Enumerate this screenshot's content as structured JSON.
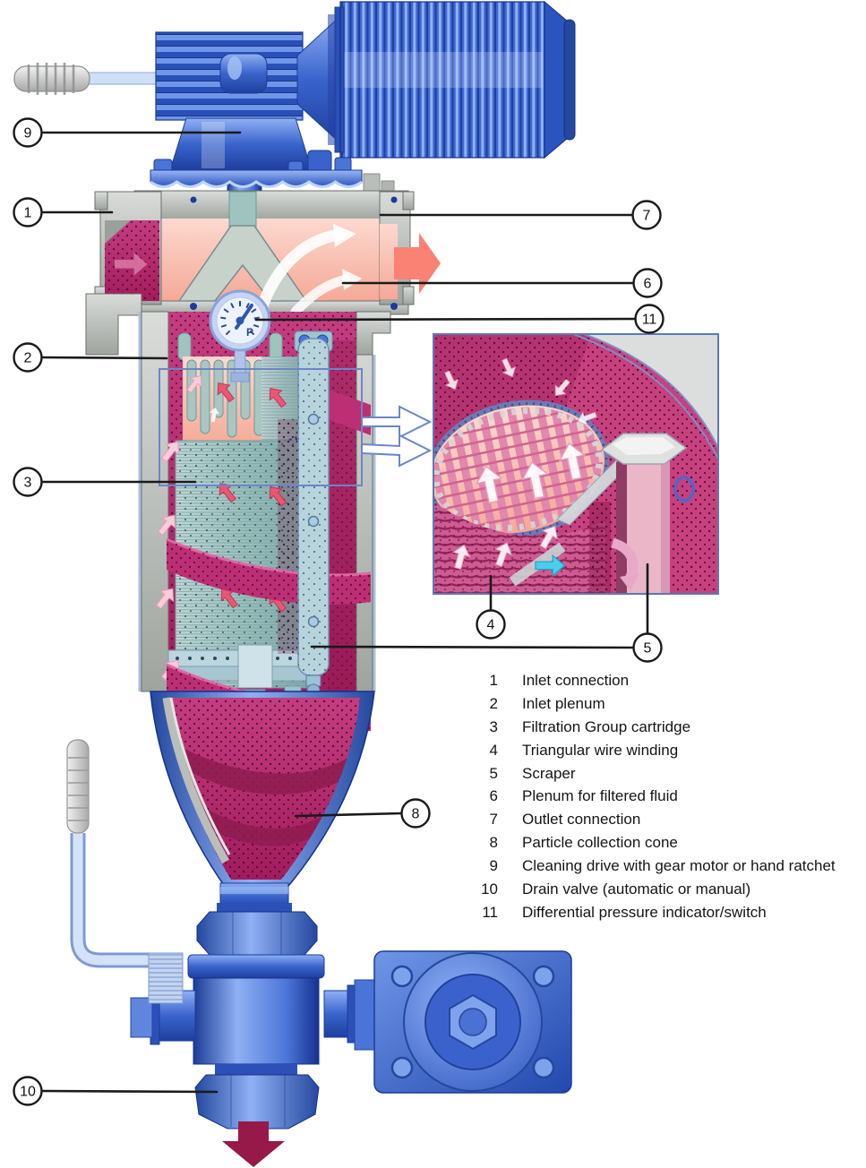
{
  "diagram": {
    "gauge_label": "P",
    "callouts": [
      {
        "num": "1",
        "label": "Inlet connection"
      },
      {
        "num": "2",
        "label": "Inlet plenum"
      },
      {
        "num": "3",
        "label": "Filtration Group cartridge"
      },
      {
        "num": "4",
        "label": "Triangular wire winding"
      },
      {
        "num": "5",
        "label": "Scraper"
      },
      {
        "num": "6",
        "label": "Plenum for filtered fluid"
      },
      {
        "num": "7",
        "label": "Outlet connection"
      },
      {
        "num": "8",
        "label": "Particle collection cone"
      },
      {
        "num": "9",
        "label": "Cleaning drive with gear motor or hand ratchet"
      },
      {
        "num": "10",
        "label": "Drain valve (automatic or manual)"
      },
      {
        "num": "11",
        "label": "Differential pressure indicator/switch"
      }
    ],
    "colors": {
      "machine_blue": "#3a62cc",
      "housing_grey": "#b9beba",
      "dirty_fluid_magenta": "#b8246a",
      "filtered_fluid_salmon": "#f6b5a8",
      "outlet_arrow_red": "#f98274",
      "drain_arrow_crimson": "#96194a",
      "cartridge_teal": "#9cc0bc",
      "cleaning_flow_cyan": "#49cfe9",
      "callout_line": "#1a1a1a"
    }
  }
}
